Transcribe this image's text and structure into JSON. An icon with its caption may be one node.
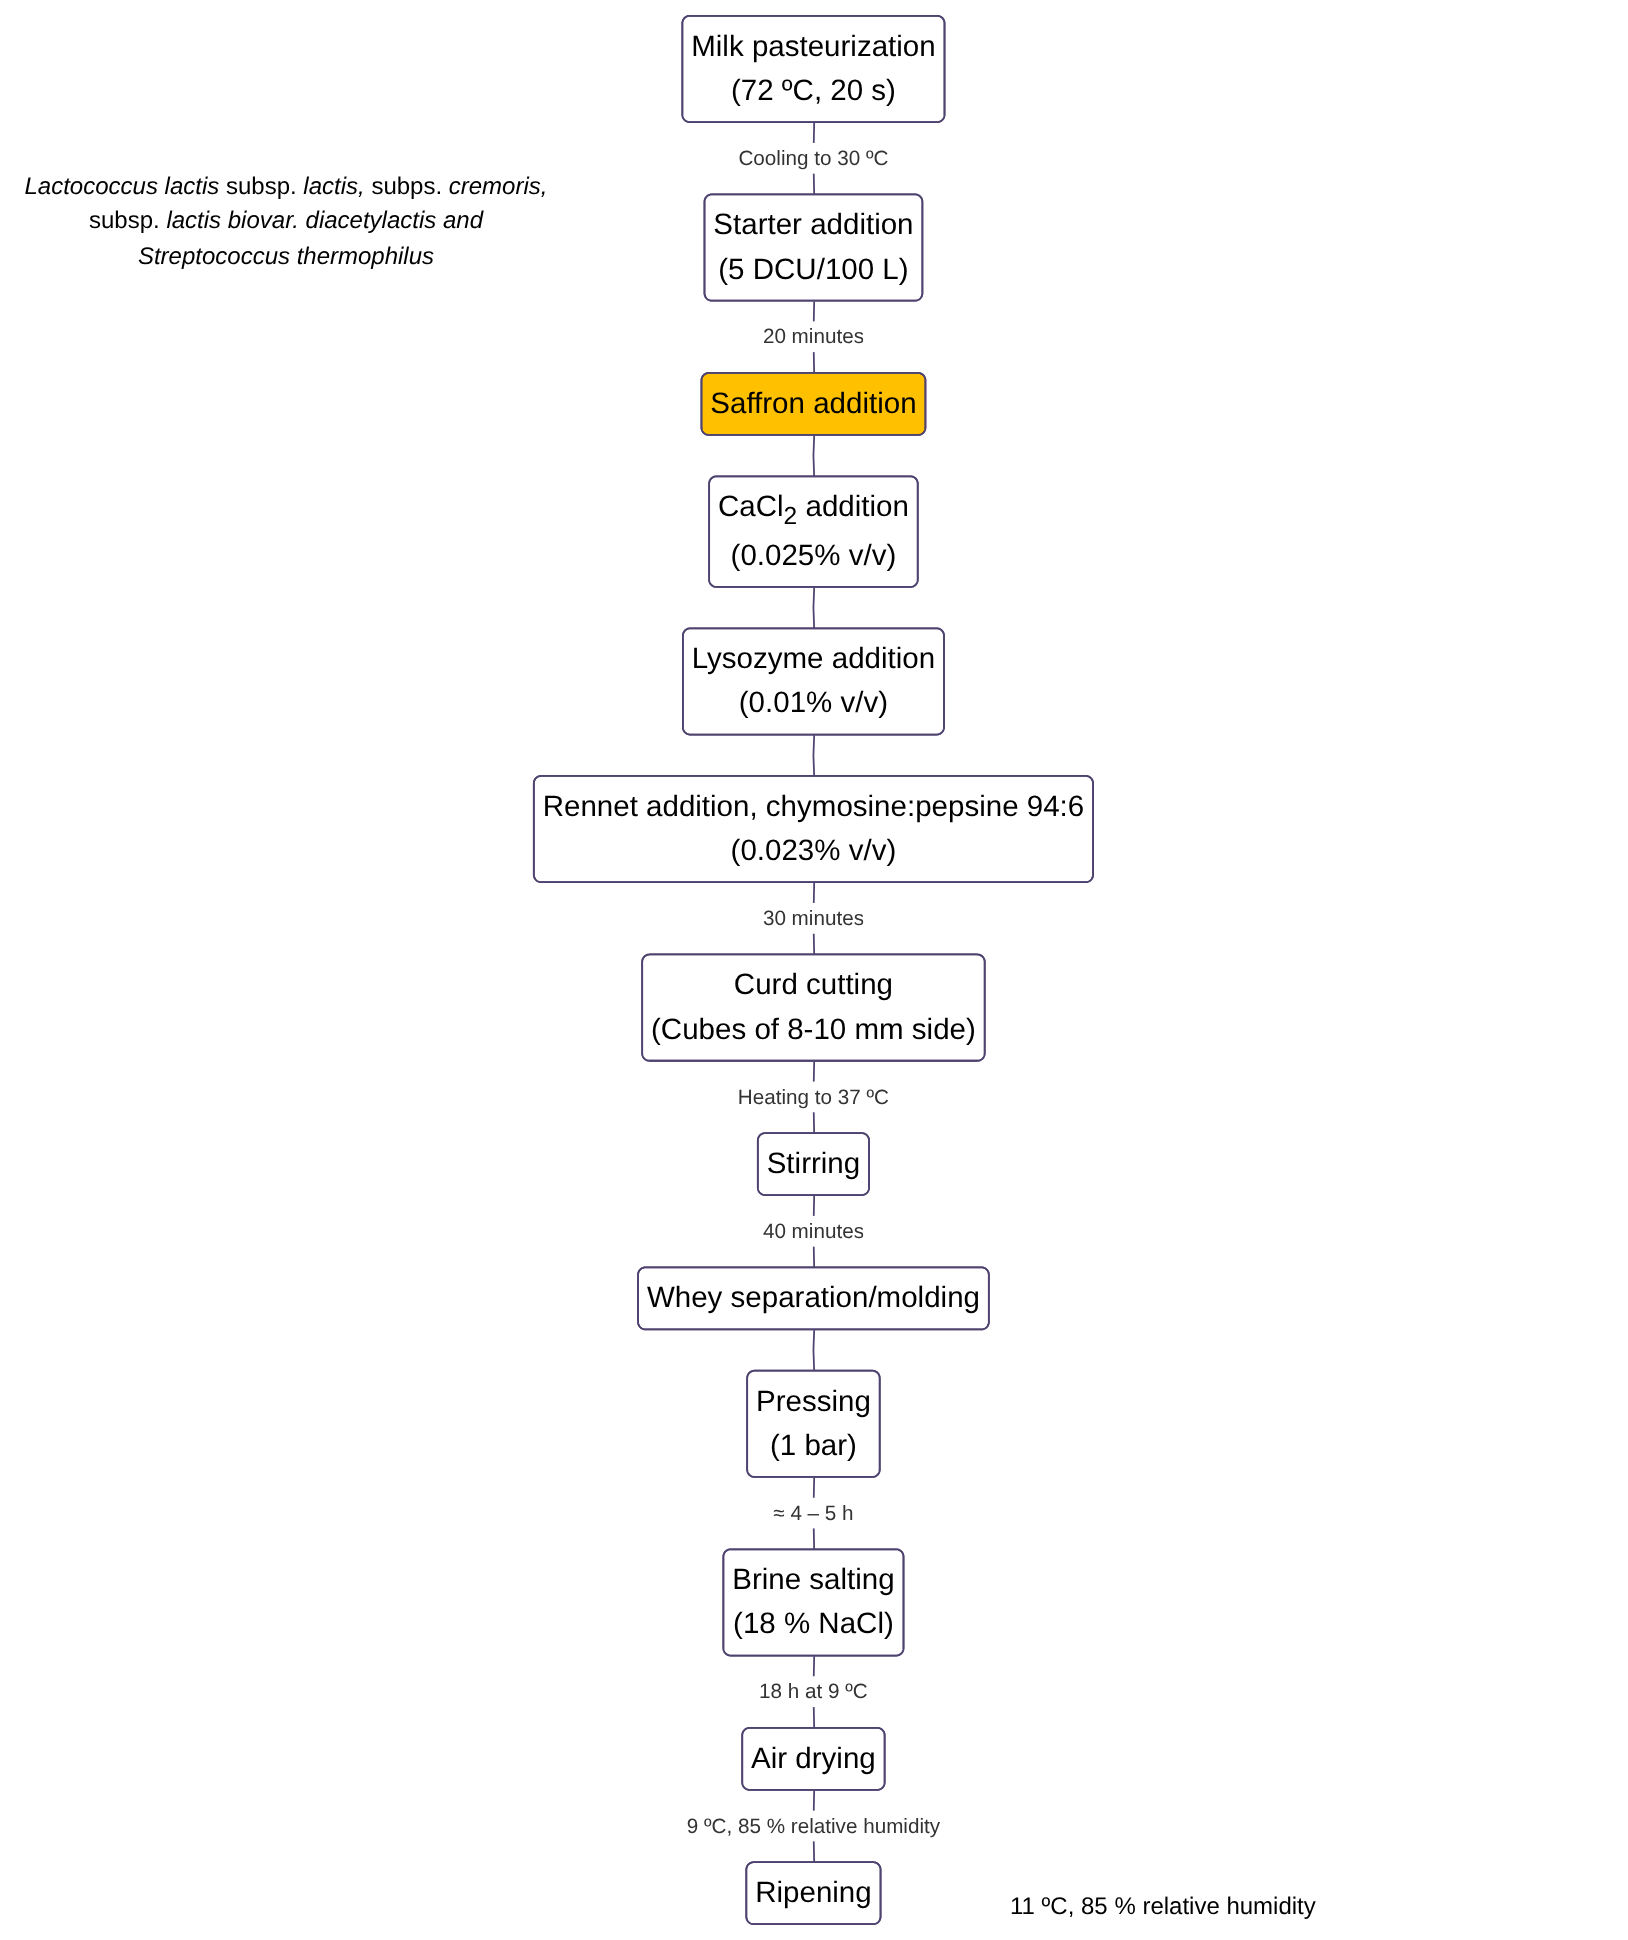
{
  "diagram": {
    "nodes": [
      {
        "text": [
          "Milk pasteurization",
          "(72 ºC, 20 s)"
        ]
      },
      {
        "text": [
          "Starter addition",
          "(5 DCU/100 L)"
        ]
      },
      {
        "text": [
          "Saffron addition"
        ]
      },
      {
        "text": [
          "CaCl$_{2}$ addition",
          "(0.025% v/v)"
        ]
      },
      {
        "text": [
          "Lysozyme addition",
          "(0.01% v/v)"
        ]
      },
      {
        "text": [
          "Rennet addition, chymosine:pepsine 94:6",
          "(0.023% v/v)"
        ]
      },
      {
        "text": [
          "Curd cutting",
          "(Cubes of 8-10 mm side)"
        ]
      },
      {
        "text": [
          "Stirring"
        ]
      },
      {
        "text": [
          "Whey separation/molding"
        ]
      },
      {
        "text": [
          "Pressing",
          "(1 bar)"
        ]
      },
      {
        "text": [
          "Brine salting",
          "(18 % NaCl)"
        ]
      },
      {
        "text": [
          "Air drying"
        ]
      },
      {
        "text": [
          "Ripening"
        ]
      }
    ],
    "edges": [
      {
        "from": 0,
        "to": 1,
        "arrow": "none",
        "label": "Cooling to 30 ºC"
      },
      {
        "from": 1,
        "to": 2,
        "arrow": "none",
        "label": "20 minutes"
      },
      {
        "from": 2,
        "to": 3,
        "arrow": "none"
      },
      {
        "from": 3,
        "to": 4,
        "arrow": "none"
      },
      {
        "from": 4,
        "to": 5,
        "arrow": "none"
      },
      {
        "from": 5,
        "to": 6,
        "arrow": "none",
        "label": "30 minutes"
      },
      {
        "from": 6,
        "to": 7,
        "arrow": "none",
        "label": "Heating to 37 ºC"
      },
      {
        "from": 7,
        "to": 8,
        "arrow": "none",
        "label": "40 minutes"
      },
      {
        "from": 8,
        "to": 9,
        "arrow": "none"
      },
      {
        "from": 9,
        "to": 10,
        "arrow": "none",
        "label": "≈ 4 – 5 h"
      },
      {
        "from": 10,
        "to": 11,
        "arrow": "none",
        "label": "18 h at 9 ºC"
      },
      {
        "from": 11,
        "to": 12,
        "arrow": "none",
        "label": "9 ºC, 85 % relative humidity"
      }
    ],
    "labels": [
      "*Lactococcus lactis* subsp. *lactis,* subps. *cremoris,* subsp. *lactis biovar. diacetylactis and Streptococcus thermophilus*",
      "11 ºC, 85 % relative humidity"
    ]
  }
}
